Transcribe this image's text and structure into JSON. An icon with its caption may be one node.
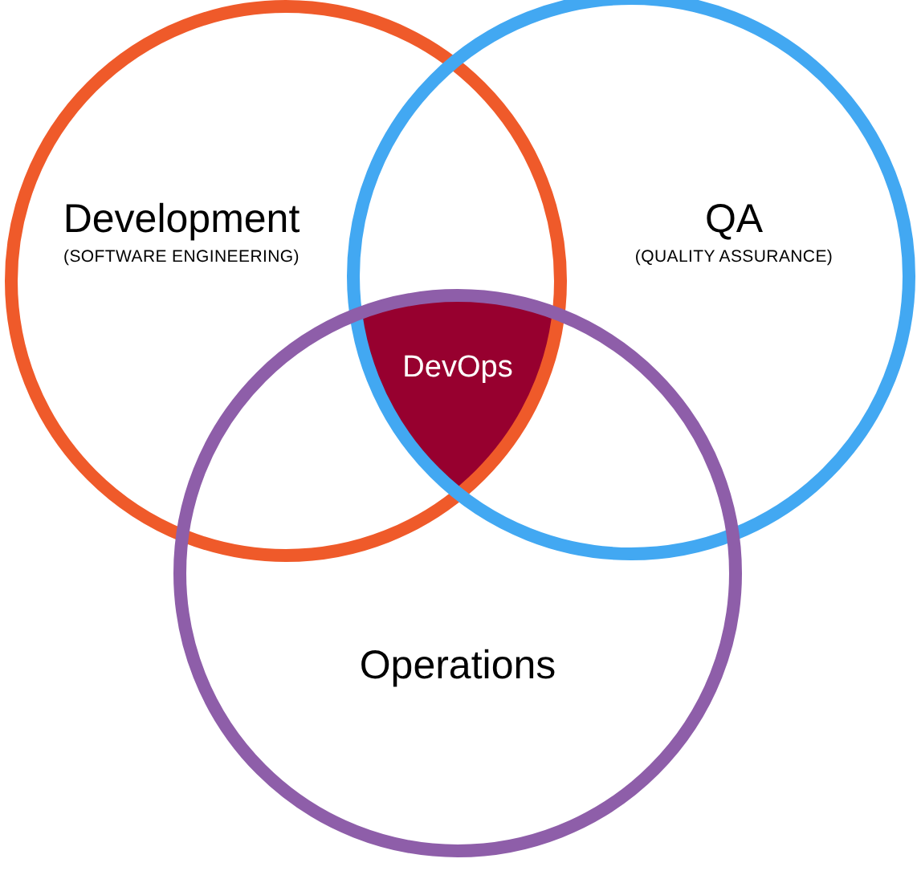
{
  "diagram": {
    "nodes": [
      {
        "text": [
          "Development",
          "(SOFTWARE ENGINEERING)"
        ]
      },
      {
        "text": [
          "QA",
          "(QUALITY ASSURANCE)"
        ]
      },
      {
        "text": [
          "Operations"
        ]
      },
      {
        "text": [
          "DevOps"
        ]
      }
    ]
  }
}
